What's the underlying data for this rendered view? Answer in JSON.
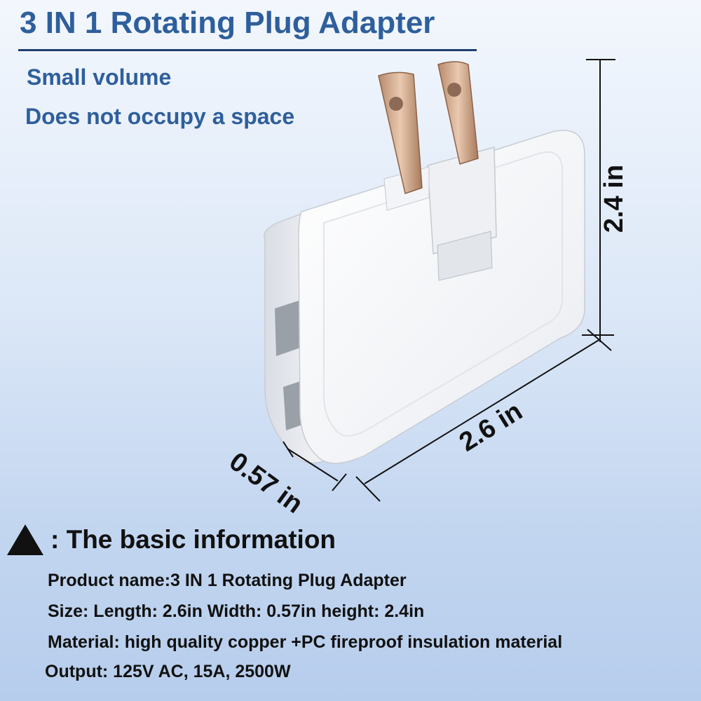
{
  "header": {
    "title": "3 IN 1 Rotating Plug Adapter",
    "subtitle_1": "Small volume",
    "subtitle_2": "Does not occupy a space"
  },
  "dimensions": {
    "height_label": "2.4 in",
    "length_label": "2.6 in",
    "width_label": "0.57 in"
  },
  "info": {
    "heading": ": The basic information",
    "lines": [
      "Product name:3 IN 1 Rotating Plug Adapter",
      "Size: Length: 2.6in Width: 0.57in height: 2.4in",
      "Material: high quality copper +PC fireproof insulation material",
      "Output: 125V AC, 15A, 2500W"
    ]
  },
  "colors": {
    "title_blue": "#2e5f9c",
    "text_dark": "#111111",
    "body_white": "#f7f8fa"
  }
}
